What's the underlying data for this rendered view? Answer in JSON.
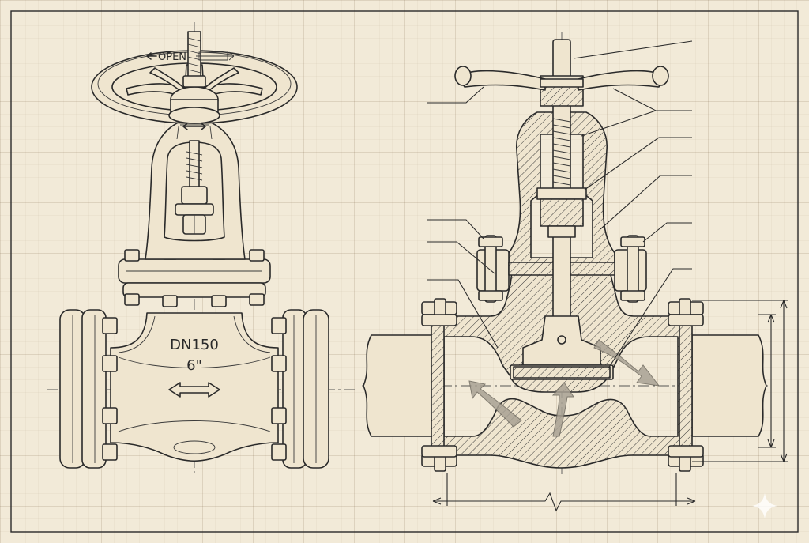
{
  "labels": {
    "open_label": "OPEN",
    "size_dn": "DN150",
    "size_in": "6\""
  },
  "colors": {
    "paper": "#f2ead8",
    "ink": "#2a2a2a",
    "flow_arrow": "#a9a294"
  }
}
